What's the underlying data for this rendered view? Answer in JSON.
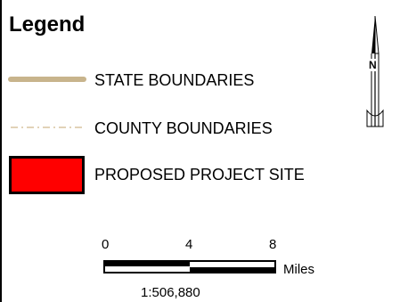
{
  "legend": {
    "title": "Legend",
    "items": [
      {
        "label": "STATE BOUNDARIES",
        "symbol": "state-boundary-line",
        "color": "#c8b48c"
      },
      {
        "label": "COUNTY BOUNDARIES",
        "symbol": "county-boundary-dashed-line",
        "color": "#d8c4a0"
      },
      {
        "label": "PROPOSED PROJECT SITE",
        "symbol": "project-site-box",
        "color": "#ff0000"
      }
    ]
  },
  "scale_bar": {
    "ticks": [
      "0",
      "4",
      "8"
    ],
    "unit": "Miles",
    "ratio": "1:506,880"
  },
  "north_arrow": {
    "letter": "N"
  }
}
